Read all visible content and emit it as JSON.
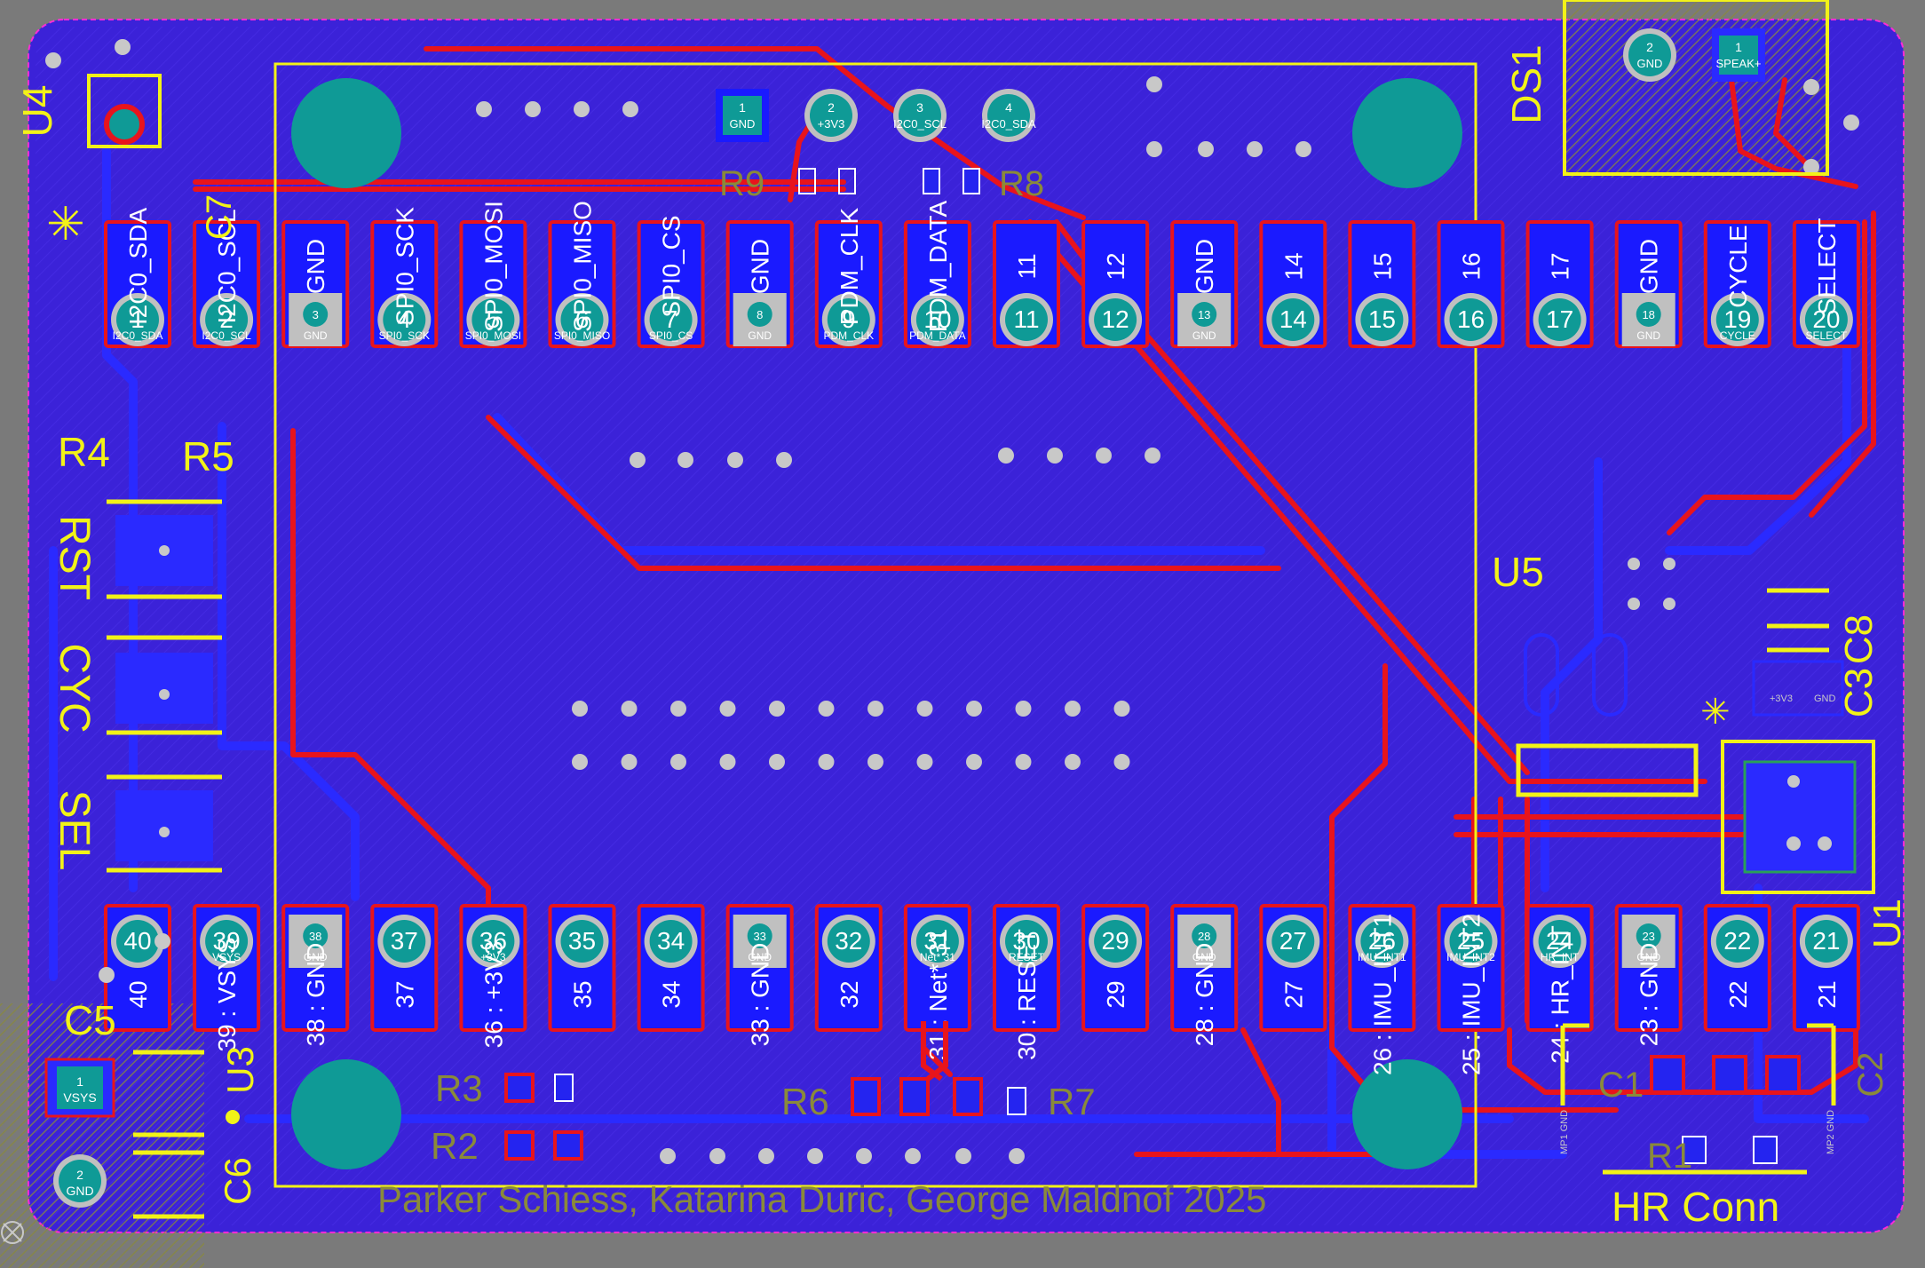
{
  "board": {
    "credit": "Parker Schiess, Katarina Duric, George Maldnof 2025"
  },
  "colors": {
    "background": "#7a7a7a",
    "board": "#3b22d8",
    "copper_top": "#e8141c",
    "copper_bottom": "#2424f0",
    "pad": "#1a1aff",
    "silkscreen": "#f2f218",
    "outline": "#ff2bd6",
    "plated_hole": "#0f9a96",
    "grey_pad": "#c0c0c0",
    "hatch": "#8a8a3a"
  },
  "designators": {
    "u4": "U4",
    "ds1": "DS1",
    "r9": "R9",
    "r8": "R8",
    "r4": "R4",
    "r5": "R5",
    "u5": "U5",
    "c8": "C8",
    "c3": "C3",
    "u1": "U1",
    "c5": "C5",
    "u3": "U3",
    "c6": "C6",
    "r3": "R3",
    "r2": "R2",
    "r6": "R6",
    "r7": "R7",
    "c1": "C1",
    "c2": "C2",
    "r1": "R1",
    "c7": "C7"
  },
  "buttons": {
    "rst": "RST",
    "cyc": "CYC",
    "sel": "SEL"
  },
  "connector_labels": {
    "hr_conn": "HR Conn"
  },
  "header_top": [
    {
      "num": "1",
      "net": "I2C0_SDA",
      "side": "I2C0_SDA",
      "grey": false
    },
    {
      "num": "2",
      "net": "I2C0_SCL",
      "side": "I2C0_SCL",
      "grey": false
    },
    {
      "num": "3",
      "net": "GND",
      "side": "GND",
      "grey": true
    },
    {
      "num": "4",
      "net": "SPI0_SCK",
      "side": "SPI0_SCK",
      "grey": false
    },
    {
      "num": "5",
      "net": "SPI0_MOSI",
      "side": "SPI0_MOSI",
      "grey": false
    },
    {
      "num": "6",
      "net": "SPI0_MISO",
      "side": "SPI0_MISO",
      "grey": false
    },
    {
      "num": "7",
      "net": "SPI0_CS",
      "side": "SPI0_CS",
      "grey": false
    },
    {
      "num": "8",
      "net": "GND",
      "side": "GND",
      "grey": true
    },
    {
      "num": "9",
      "net": "PDM_CLK",
      "side": "PDM_CLK",
      "grey": false
    },
    {
      "num": "10",
      "net": "PDM_DATA",
      "side": "PDM_DATA",
      "grey": false
    },
    {
      "num": "11",
      "net": "",
      "side": "11",
      "grey": false
    },
    {
      "num": "12",
      "net": "",
      "side": "12",
      "grey": false
    },
    {
      "num": "13",
      "net": "GND",
      "side": "GND",
      "grey": true
    },
    {
      "num": "14",
      "net": "",
      "side": "14",
      "grey": false
    },
    {
      "num": "15",
      "net": "",
      "side": "15",
      "grey": false
    },
    {
      "num": "16",
      "net": "",
      "side": "16",
      "grey": false
    },
    {
      "num": "17",
      "net": "",
      "side": "17",
      "grey": false
    },
    {
      "num": "18",
      "net": "GND",
      "side": "GND",
      "grey": true
    },
    {
      "num": "19",
      "net": "CYCLE",
      "side": "CYCLE",
      "grey": false
    },
    {
      "num": "20",
      "net": "SELECT",
      "side": "SELECT",
      "grey": false
    }
  ],
  "header_bottom": [
    {
      "num": "40",
      "net": "",
      "side": "40",
      "grey": false
    },
    {
      "num": "39",
      "net": "VSYS",
      "side": "39 : VSYS",
      "grey": false
    },
    {
      "num": "38",
      "net": "GND",
      "side": "38 : GND",
      "grey": true
    },
    {
      "num": "37",
      "net": "",
      "side": "37",
      "grey": false
    },
    {
      "num": "36",
      "net": "+3V3",
      "side": "36 : +3V3",
      "grey": false
    },
    {
      "num": "35",
      "net": "",
      "side": "35",
      "grey": false
    },
    {
      "num": "34",
      "net": "",
      "side": "34",
      "grey": false
    },
    {
      "num": "33",
      "net": "GND",
      "side": "33 : GND",
      "grey": true
    },
    {
      "num": "32",
      "net": "",
      "side": "32",
      "grey": false
    },
    {
      "num": "31",
      "net": "Net* 31",
      "side": "31 : Net* 31",
      "grey": false
    },
    {
      "num": "30",
      "net": "RESET",
      "side": "30 : RESET",
      "grey": false
    },
    {
      "num": "29",
      "net": "",
      "side": "29",
      "grey": false
    },
    {
      "num": "28",
      "net": "GND",
      "side": "28 : GND",
      "grey": true
    },
    {
      "num": "27",
      "net": "",
      "side": "27",
      "grey": false
    },
    {
      "num": "26",
      "net": "IMU_INT1",
      "side": "26 : IMU_INT1",
      "grey": false
    },
    {
      "num": "25",
      "net": "IMU_INT2",
      "side": "25 : IMU_INT2",
      "grey": false
    },
    {
      "num": "24",
      "net": "HR_INT",
      "side": "24 : HR_INT",
      "grey": false
    },
    {
      "num": "23",
      "net": "GND",
      "side": "23 : GND",
      "grey": true
    },
    {
      "num": "22",
      "net": "",
      "side": "22",
      "grey": false
    },
    {
      "num": "21",
      "net": "",
      "side": "21",
      "grey": false
    }
  ],
  "j_top": [
    {
      "num": "1",
      "net": "GND",
      "square": true
    },
    {
      "num": "2",
      "net": "+3V3",
      "square": false
    },
    {
      "num": "3",
      "net": "I2C0_SCL",
      "square": false
    },
    {
      "num": "4",
      "net": "I2C0_SDA",
      "square": false
    }
  ],
  "ds1_pads": [
    {
      "num": "2",
      "net": "GND",
      "square": false
    },
    {
      "num": "1",
      "net": "SPEAK+",
      "square": true
    }
  ],
  "vsys_pads": [
    {
      "num": "1",
      "net": "VSYS",
      "square": true
    },
    {
      "num": "2",
      "net": "GND",
      "square": false
    }
  ],
  "small_labels": {
    "c8_a": "+3V3",
    "c8_b": "GND",
    "mp1": "MP1 GND",
    "mp2": "MP2 GND"
  }
}
